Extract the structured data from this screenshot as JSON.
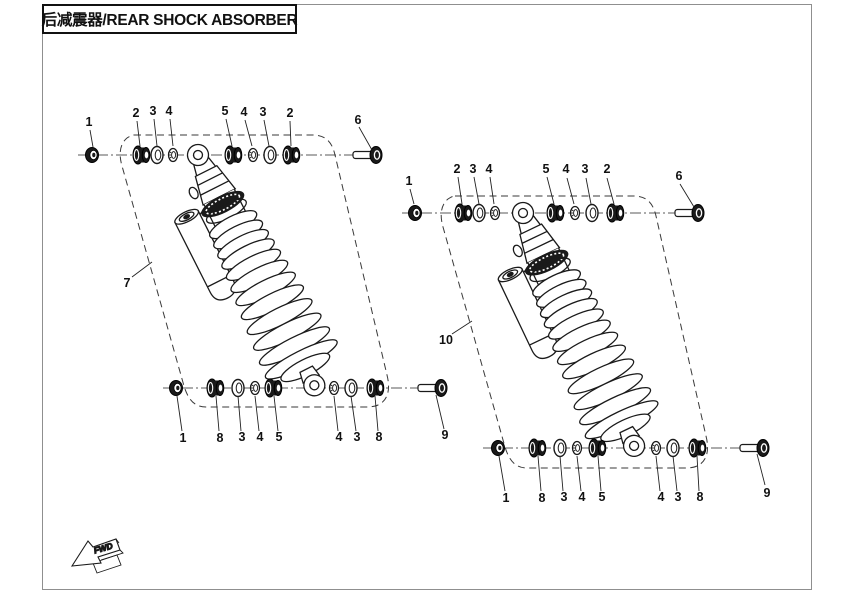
{
  "page": {
    "title": "后减震器/REAR SHOCK ABSORBER",
    "background": "#ffffff",
    "border_color": "#8f8f8f",
    "line_color": "#1a1a1a"
  },
  "direction_indicator": {
    "label": "FWD"
  },
  "assemblies": {
    "left": {
      "group_callout": "7",
      "top_callouts": [
        "1",
        "2",
        "3",
        "4",
        "5",
        "4",
        "3",
        "2",
        "6"
      ],
      "bottom_callouts": [
        "1",
        "8",
        "3",
        "4",
        "5",
        "4",
        "3",
        "8",
        "9"
      ]
    },
    "right": {
      "group_callout": "10",
      "top_callouts": [
        "1",
        "2",
        "3",
        "4",
        "5",
        "4",
        "3",
        "2",
        "6"
      ],
      "bottom_callouts": [
        "1",
        "8",
        "3",
        "4",
        "5",
        "4",
        "3",
        "8",
        "9"
      ]
    }
  }
}
